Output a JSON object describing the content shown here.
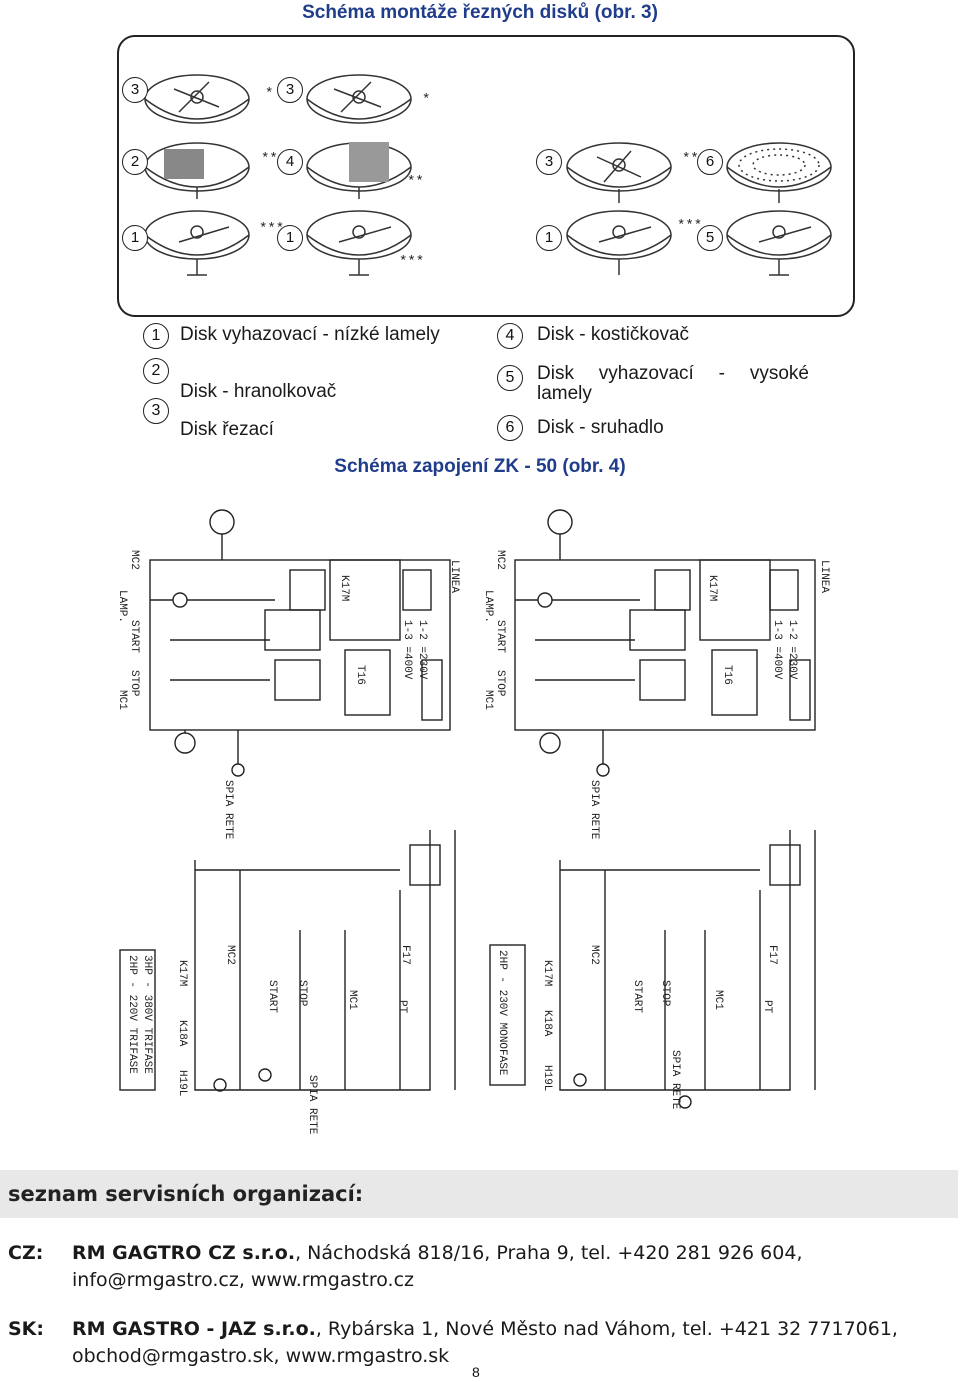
{
  "title": "Schéma montáže řezných disků (obr. 3)",
  "disc_numbers": {
    "r1c1": "3",
    "r1c2": "3",
    "r2c1": "2",
    "r2c2": "4",
    "r2c3": "3",
    "r2c4": "6",
    "r3c1": "1",
    "r3c2": "1",
    "r3c3": "1",
    "r3c4": "5"
  },
  "legend": {
    "left": [
      {
        "num": "1",
        "text": "Disk vyhazovací - nízké lamely"
      },
      {
        "num": "2",
        "text": "Disk - hranolkovač"
      },
      {
        "num": "3",
        "text": "Disk řezací"
      }
    ],
    "right": [
      {
        "num": "4",
        "text": "Disk - kostičkovač"
      },
      {
        "num": "5",
        "text": "Disk vyhazovací - vysoké lamely"
      },
      {
        "num": "6",
        "text": "Disk - sruhadlo"
      }
    ]
  },
  "subtitle": "Schéma zapojení ZK - 50 (obr. 4)",
  "wiring_labels": {
    "k17m": "K17M",
    "t16": "T16",
    "linea": "LINEA",
    "mc2": "MC2",
    "lamp": "LAMP.",
    "start": "START",
    "stop": "STOP",
    "mc1": "MC1",
    "pt": "PT",
    "spia": "SPIA RETE",
    "v230": "1-2 =230V",
    "v400": "1-3 =400V",
    "trifase1": "2HP - 220V TRIFASE",
    "trifase2": "3HP - 380V TRIFASE",
    "mono": "2HP - 230V MONOFASE",
    "k18a": "K18A",
    "h19l": "H19L",
    "f17": "F17"
  },
  "service": {
    "heading": "seznam servisních organizací:",
    "cz_code": "CZ:",
    "cz_name": "RM GAGTRO CZ s.r.o.",
    "cz_rest": ", Náchodská 818/16, Praha 9, tel. +420 281 926 604,",
    "cz_line2": "info@rmgastro.cz, www.rmgastro.cz",
    "sk_code": "SK:",
    "sk_name": "RM GASTRO - JAZ s.r.o.",
    "sk_rest": ", Rybárska 1, Nové Město nad Váhom, tel. +421 32 7717061,",
    "sk_line2": "obchod@rmgastro.sk, www.rmgastro.sk"
  },
  "page_number": "8"
}
